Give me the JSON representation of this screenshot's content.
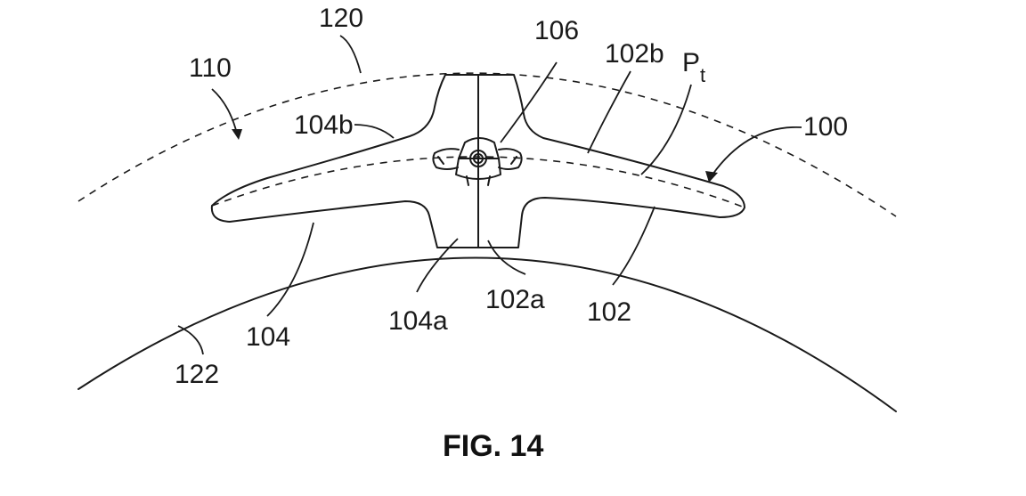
{
  "figure": {
    "caption": "FIG. 14",
    "labels": {
      "r120": "120",
      "r110": "110",
      "r106": "106",
      "r102b": "102b",
      "pt_main": "P",
      "pt_sub": "t",
      "r100": "100",
      "r104b": "104b",
      "r104": "104",
      "r104a": "104a",
      "r102a": "102a",
      "r102": "102",
      "r122": "122"
    }
  },
  "colors": {
    "ink": "#1a1a1a",
    "background": "#ffffff"
  }
}
